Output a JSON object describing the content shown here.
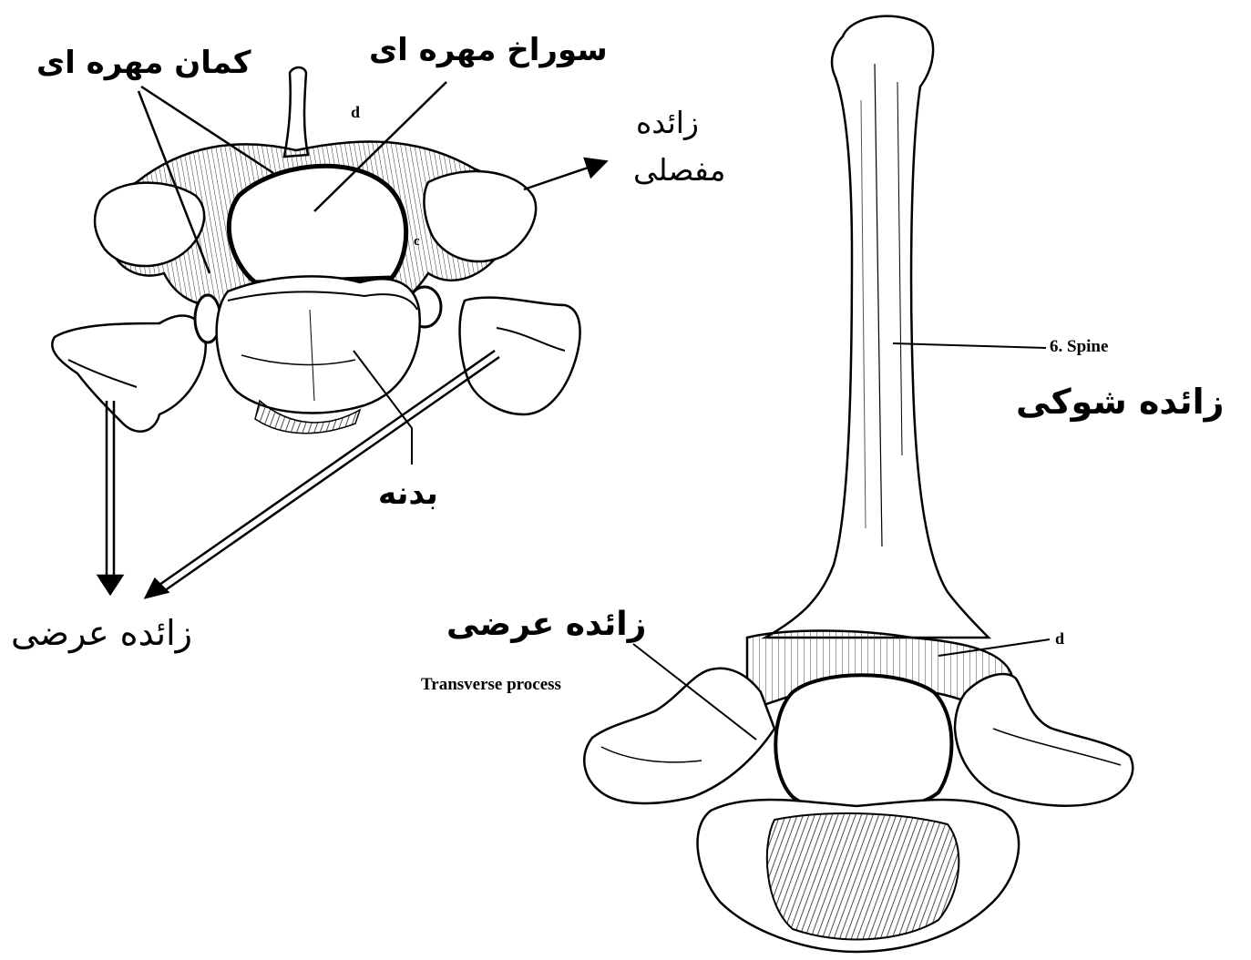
{
  "figure": {
    "left_vertebra": {
      "labels": {
        "vertebral_arch": "کمان مهره ای",
        "vertebral_foramen": "سوراخ مهره ای",
        "articular_process_line1": "زائده",
        "articular_process_line2": "مفصلی",
        "body": "بدنه",
        "transverse_process": "زائده عرضی",
        "letter_d": "d",
        "letter_c": "c"
      }
    },
    "right_vertebra": {
      "labels": {
        "spine_en": "6. Spine",
        "spinous_process": "زائده شوکی",
        "transverse_process": "زائده عرضی",
        "transverse_process_en": "Transverse process",
        "letter_d": "d"
      }
    }
  },
  "colors": {
    "ink": "#000000",
    "bone_fill": "#ffffff",
    "shade": "#3a3a3a"
  }
}
